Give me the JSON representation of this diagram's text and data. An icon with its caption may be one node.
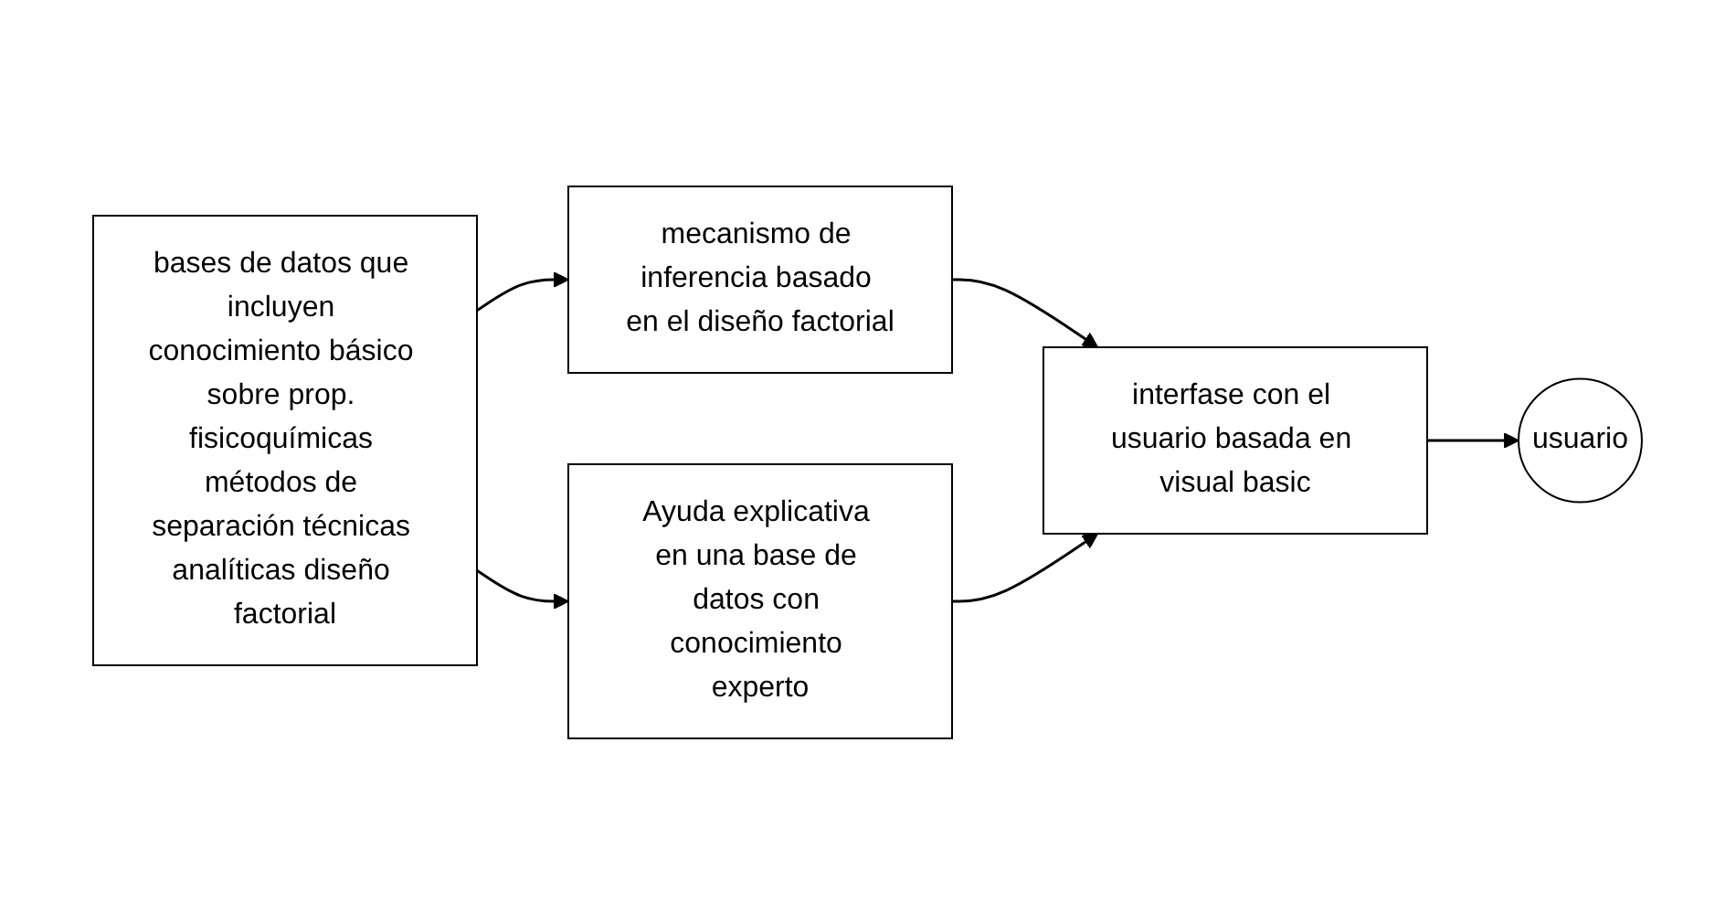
{
  "diagram": {
    "nodes": [
      {
        "text": [
          "bases de datos que incluyen conocimiento básico sobre prop. fisicoquímicas métodos de separación técnicas analíticas diseño factorial"
        ]
      },
      {
        "text": [
          "mecanismo de inferencia basado en el diseño factorial"
        ]
      },
      {
        "text": [
          "Ayuda explicativa en una base de datos con conocimiento experto"
        ]
      },
      {
        "text": [
          "interfase con el usuario basada en visual basic"
        ]
      },
      {
        "text": [
          "usuario"
        ]
      }
    ],
    "edges": [
      {
        "from": 0,
        "to": 1,
        "arrow": "to"
      },
      {
        "from": 0,
        "to": 2,
        "arrow": "to"
      },
      {
        "from": 1,
        "to": 3,
        "arrow": "to"
      },
      {
        "from": 2,
        "to": 3,
        "arrow": "to"
      },
      {
        "from": 3,
        "to": 4,
        "arrow": "to"
      }
    ]
  }
}
